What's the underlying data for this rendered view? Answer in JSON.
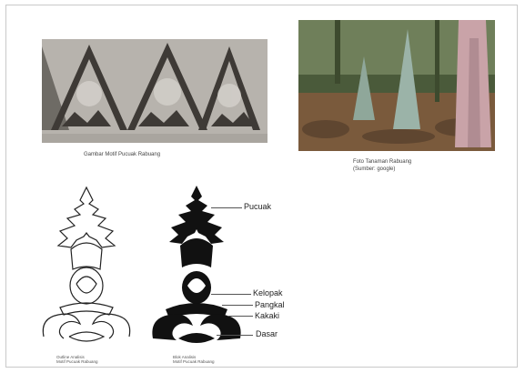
{
  "captions": {
    "motif": "Gambar Motif Pucuak Rabuang",
    "photo_line1": "Foto Tanaman Rabuang",
    "photo_line2": "(Sumber: google)",
    "outline_line1": "Outline Analisis",
    "outline_line2": "Motif Pucuak Rabuang",
    "filled_line1": "Blok Analisis",
    "filled_line2": "Motif Pucuak Rabuang"
  },
  "parts": {
    "pucuak": "Pucuak",
    "kelopak": "Kelopak",
    "pangkal": "Pangkal",
    "kakaki": "Kakaki",
    "dasar": "Dasar"
  },
  "colors": {
    "motif_bg": "#b7b3ad",
    "motif_dark": "#3e3a36",
    "photo_ground": "#7a5a3c",
    "sprout": "#9bb3a8",
    "sprout_pink": "#c9a3a8"
  }
}
